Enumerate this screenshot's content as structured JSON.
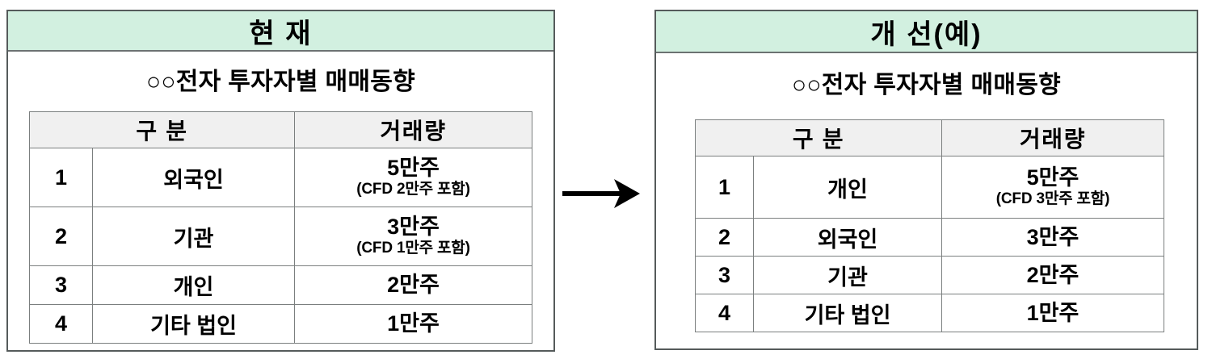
{
  "colors": {
    "header_green": "#d2f0e0",
    "table_header_gray": "#f0f0f0",
    "highlight_blue": "#1010c8",
    "plain_black": "#000000",
    "border_gray": "#7b7f7f"
  },
  "panels": [
    {
      "id": "current",
      "header": "현 재",
      "subtitle": "○○전자 투자자별 매매동향",
      "table": {
        "columns": [
          "구  분",
          "거래량"
        ],
        "column_header_no": "",
        "column_header_type": "구  분",
        "column_header_volume": "거래량",
        "rows": [
          {
            "no": "1",
            "type": "외국인",
            "volume_main": "5만주",
            "volume_note": "(CFD 2만주 포함)",
            "color": "#1010c8"
          },
          {
            "no": "2",
            "type": "기관",
            "volume_main": "3만주",
            "volume_note": "(CFD 1만주 포함)",
            "color": "#1010c8"
          },
          {
            "no": "3",
            "type": "개인",
            "volume_main": "2만주",
            "volume_note": "",
            "color": "#1010c8"
          },
          {
            "no": "4",
            "type": "기타 법인",
            "volume_main": "1만주",
            "volume_note": "",
            "color": "#000000"
          }
        ]
      }
    },
    {
      "id": "improved",
      "header": "개 선(예)",
      "subtitle": "○○전자 투자자별 매매동향",
      "table": {
        "columns": [
          "구  분",
          "거래량"
        ],
        "column_header_no": "",
        "column_header_type": "구  분",
        "column_header_volume": "거래량",
        "rows": [
          {
            "no": "1",
            "type": "개인",
            "volume_main": "5만주",
            "volume_note": "(CFD 3만주 포함)",
            "color": "#1010c8"
          },
          {
            "no": "2",
            "type": "외국인",
            "volume_main": "3만주",
            "volume_note": "",
            "color": "#1010c8"
          },
          {
            "no": "3",
            "type": "기관",
            "volume_main": "2만주",
            "volume_note": "",
            "color": "#1010c8"
          },
          {
            "no": "4",
            "type": "기타 법인",
            "volume_main": "1만주",
            "volume_note": "",
            "color": "#000000"
          }
        ]
      }
    }
  ],
  "arrow": {
    "name": "right-arrow-icon",
    "direction": "right"
  }
}
